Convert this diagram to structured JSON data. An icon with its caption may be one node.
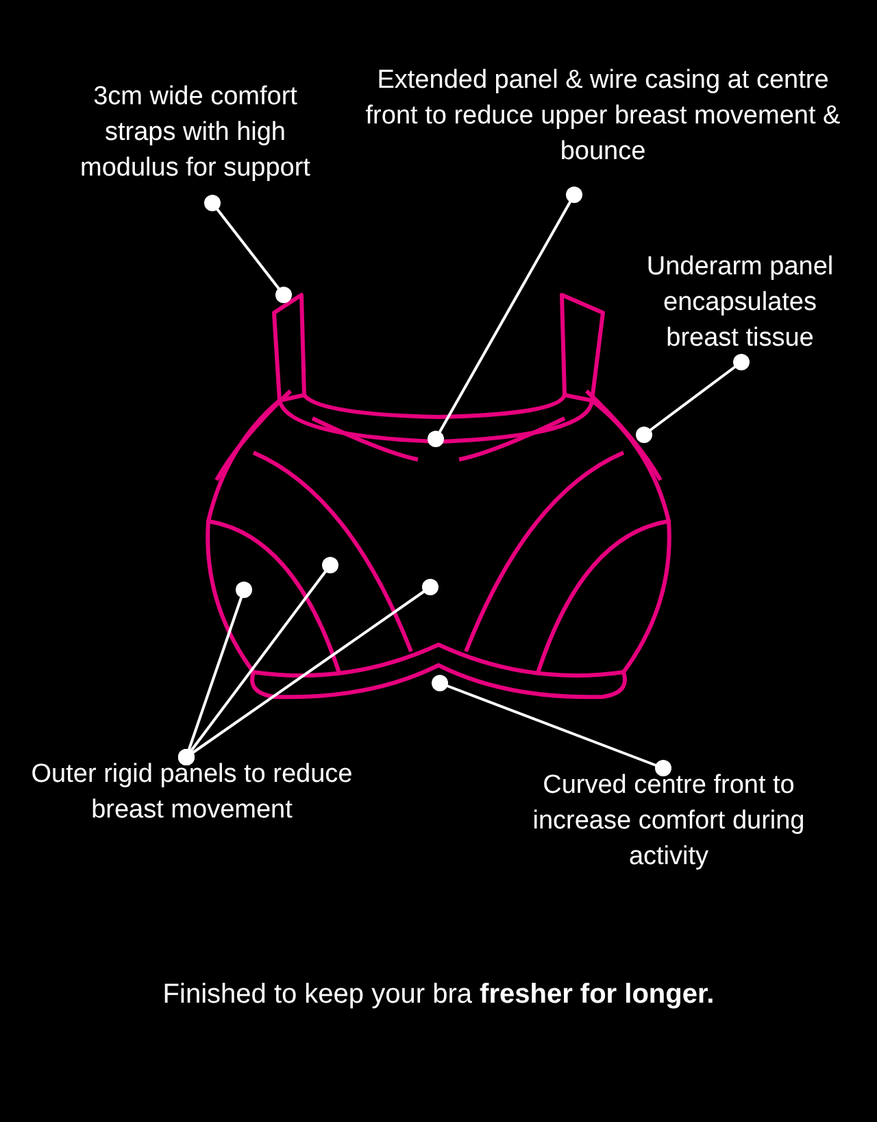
{
  "diagram": {
    "nodes": [
      {
        "text": [
          "3cm wide comfort straps with high modulus for support"
        ]
      },
      {
        "text": [
          "Extended panel & wire casing at centre front to reduce upper breast movement & bounce"
        ]
      },
      {
        "text": [
          "Underarm panel encapsulates breast tissue"
        ]
      },
      {
        "text": [
          "Outer rigid panels to reduce breast movement"
        ]
      },
      {
        "text": [
          "Curved centre front to increase comfort during activity"
        ]
      }
    ],
    "edges": [
      {
        "from": 0,
        "to": null,
        "arrow": "other"
      },
      {
        "from": 1,
        "to": null,
        "arrow": "other"
      },
      {
        "from": 2,
        "to": null,
        "arrow": "other"
      },
      {
        "from": 3,
        "to": null,
        "arrow": "other"
      },
      {
        "from": 3,
        "to": null,
        "arrow": "other"
      },
      {
        "from": 3,
        "to": null,
        "arrow": "other"
      },
      {
        "from": 4,
        "to": null,
        "arrow": "other"
      }
    ],
    "labels": [
      "Finished to keep your bra **fresher for longer.**"
    ]
  }
}
